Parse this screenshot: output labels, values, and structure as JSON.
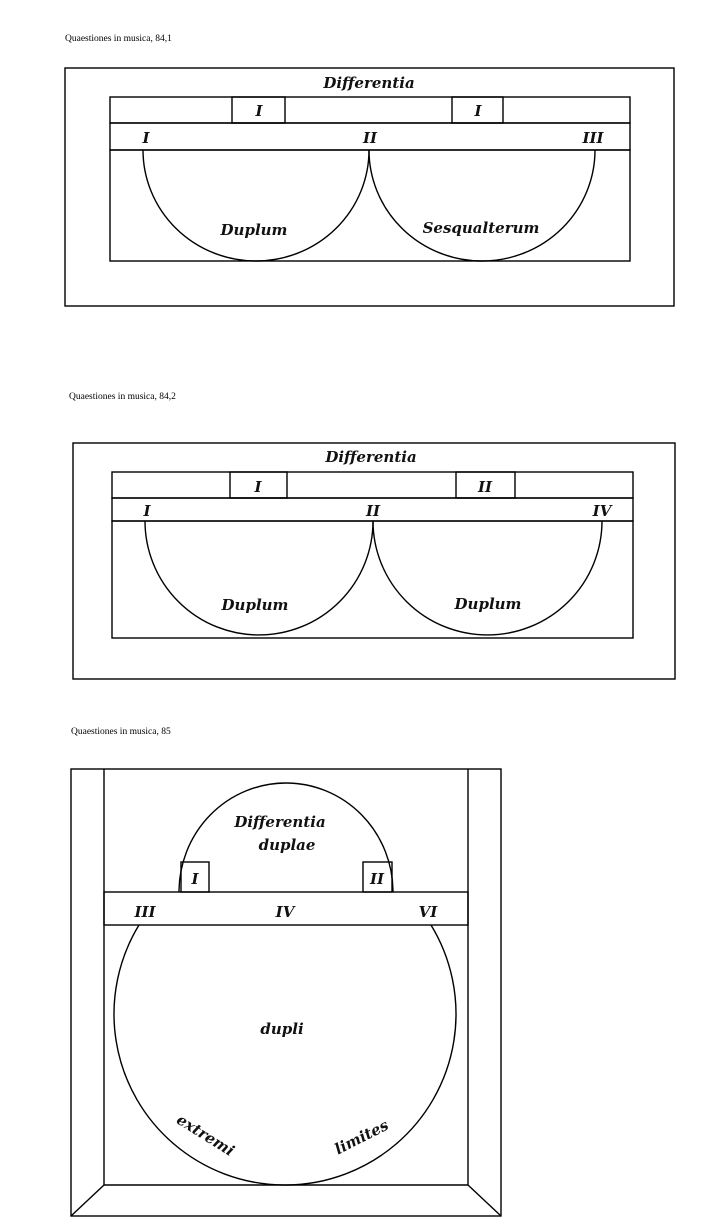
{
  "figures": [
    {
      "caption": "Quaestiones in musica, 84,1",
      "title": "Differentia",
      "box_labels": [
        "I",
        "I"
      ],
      "strip_labels": [
        "I",
        "II",
        "III"
      ],
      "arc_labels": [
        "Duplum",
        "Sesqualterum"
      ]
    },
    {
      "caption": "Quaestiones in musica, 84,2",
      "title": "Differentia",
      "box_labels": [
        "I",
        "II"
      ],
      "strip_labels": [
        "I",
        "II",
        "IV"
      ],
      "arc_labels": [
        "Duplum",
        "Duplum"
      ]
    },
    {
      "caption": "Quaestiones in musica, 85",
      "title_line1": "Differentia",
      "title_line2": "duplae",
      "box_labels": [
        "I",
        "II"
      ],
      "strip_labels": [
        "III",
        "IV",
        "VI"
      ],
      "center_label": "dupli",
      "curved_labels": [
        "extremi",
        "limites"
      ]
    }
  ]
}
